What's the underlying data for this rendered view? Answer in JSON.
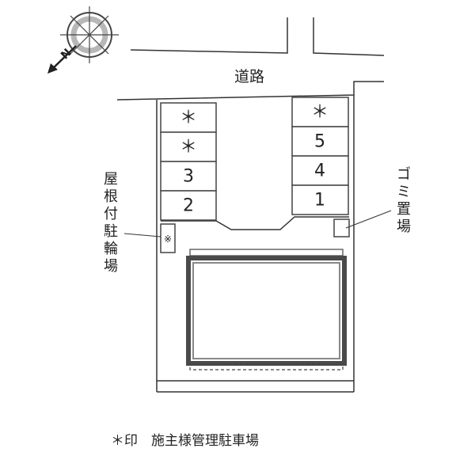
{
  "road_label": "道路",
  "compass_label": "N",
  "left_spaces": [
    "＊",
    "＊",
    "3",
    "2"
  ],
  "right_spaces": [
    "＊",
    "5",
    "4",
    "1"
  ],
  "bike_parking_label": "屋根付駐輪場",
  "bike_parking_mark": "※",
  "garbage_label": "ゴミ置場",
  "legend": "＊印　施主様管理駐車場"
}
